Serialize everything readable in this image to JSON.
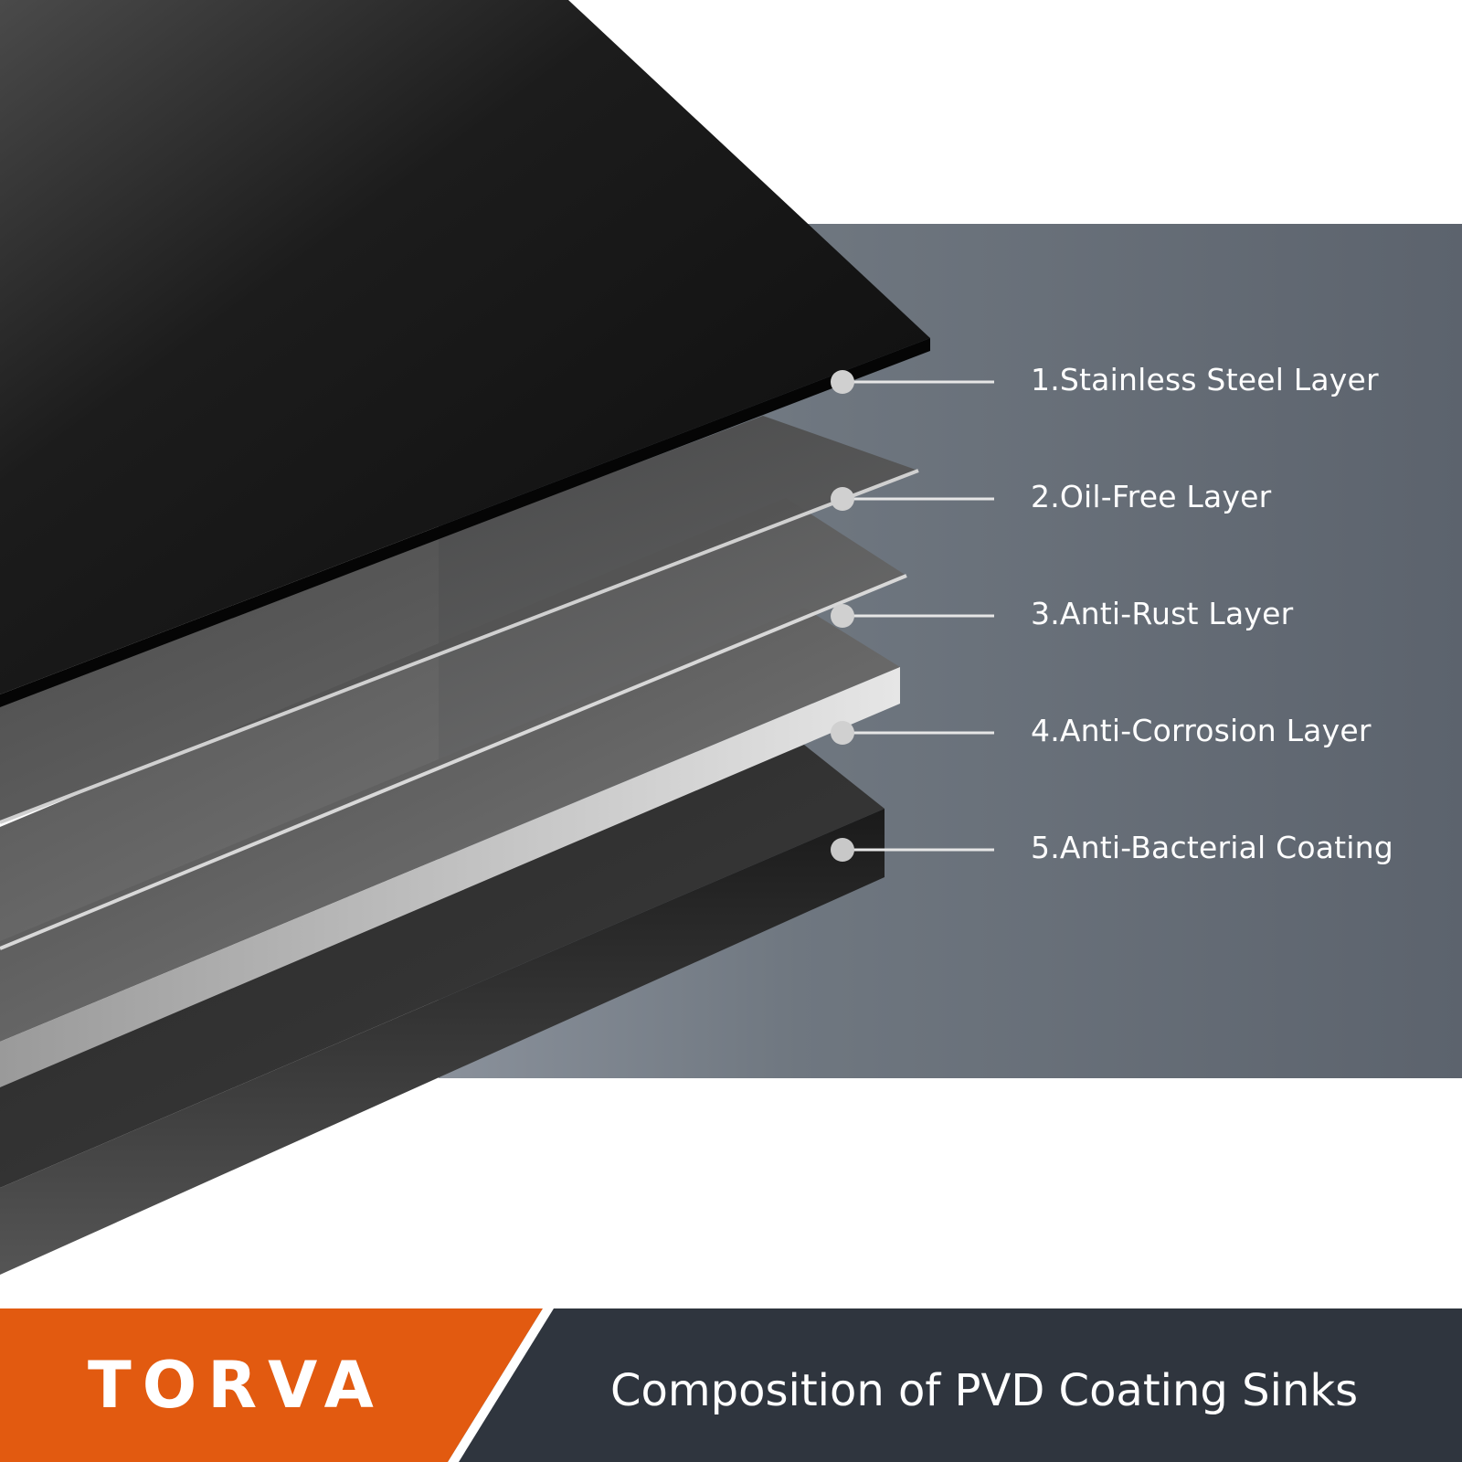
{
  "layers": [
    {
      "label": "1.Stainless Steel Layer"
    },
    {
      "label": "2.Oil-Free Layer"
    },
    {
      "label": "3.Anti-Rust Layer"
    },
    {
      "label": "4.Anti-Corrosion Layer"
    },
    {
      "label": "5.Anti-Bacterial Coating"
    }
  ],
  "footer": {
    "brand": "TORVA",
    "title": "Composition of PVD Coating Sinks"
  },
  "colors": {
    "accent_orange": "#e25a10",
    "footer_dark": "#2f353e",
    "panel_gray": "#6f7780"
  }
}
